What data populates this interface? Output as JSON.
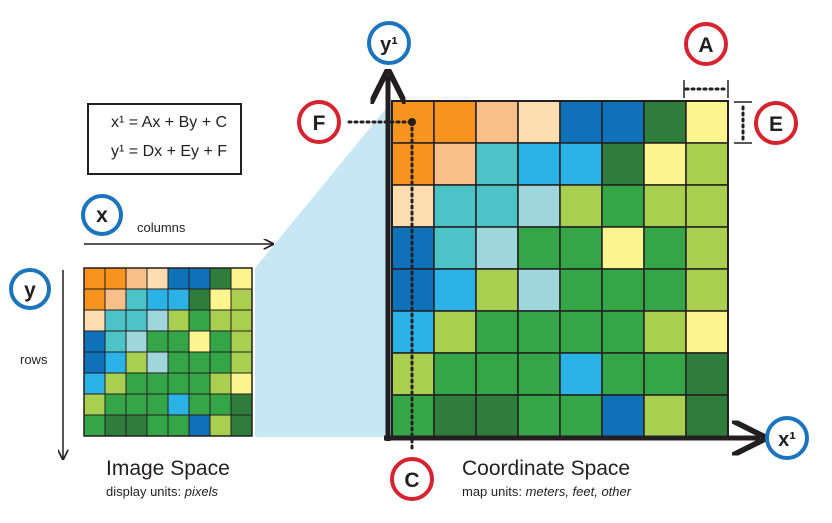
{
  "equations": {
    "line1": "x¹ = Ax + By + C",
    "line2": "y¹ = Dx + Ey + F"
  },
  "image_space": {
    "title": "Image Space",
    "subtitle_prefix": "display units: ",
    "subtitle_units": "pixels",
    "columns_label": "columns",
    "rows_label": "rows",
    "x_label": "x",
    "y_label": "y"
  },
  "coordinate_space": {
    "title": "Coordinate Space",
    "subtitle_prefix": "map units: ",
    "subtitle_units": "meters, feet, other",
    "x_axis_label": "x¹",
    "y_axis_label": "y¹"
  },
  "markers": {
    "A": "A",
    "C": "C",
    "E": "E",
    "F": "F"
  },
  "palette": {
    "O": "#f7941d",
    "P": "#f9bf8a",
    "Q": "#fddcb0",
    "D": "#0f72b9",
    "B": "#2bb3e8",
    "T": "#4cc3c6",
    "L": "#9fd6dc",
    "G": "#2e7d3a",
    "M": "#35a647",
    "H": "#a8cf4f",
    "Y": "#fff58f",
    "frustum": "#c7e7f5",
    "circle_blue": "#1c75bc",
    "circle_red": "#d7232f"
  },
  "grid": [
    "OOPQDDGY",
    "OPTBBGYH",
    "QTTLHMHH",
    "DTLMMYMH",
    "DBHLMMMH",
    "BHMMMMHY",
    "HMMMBMMG",
    "MGGMMDHG"
  ]
}
